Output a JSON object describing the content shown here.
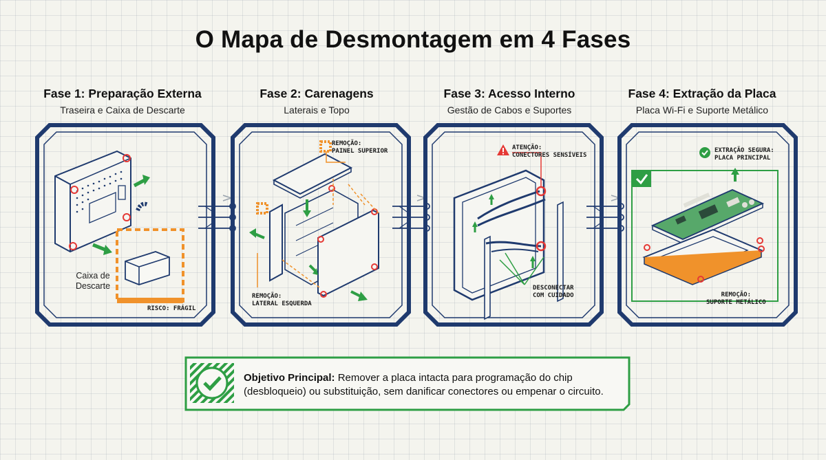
{
  "title": "O Mapa de Desmontagem em 4 Fases",
  "phases": [
    {
      "title": "Fase 1: Preparação Externa",
      "subtitle": "Traseira e Caixa de Descarte",
      "labels": {
        "box": "Caixa de\nDescarte",
        "risk": "RISCO: FRÁGIL"
      }
    },
    {
      "title": "Fase 2: Carenagens",
      "subtitle": "Laterais e Topo",
      "labels": {
        "top": "REMOÇÃO:\nPAINEL SUPERIOR",
        "side": "REMOÇÃO:\nLATERAL ESQUERDA"
      }
    },
    {
      "title": "Fase 3: Acesso Interno",
      "subtitle": "Gestão de Cabos e Suportes",
      "labels": {
        "attention": "ATENÇÃO:\nCONECTORES SENSÍVEIS",
        "disconnect": "DESCONECTAR\nCOM CUIDADO"
      }
    },
    {
      "title": "Fase 4: Extração da Placa",
      "subtitle": "Placa Wi-Fi e Suporte Metálico",
      "labels": {
        "safe": "EXTRAÇÃO SEGURA:\nPLACA PRINCIPAL",
        "bracket": "REMOÇÃO:\nSUPORTE METÁLICO"
      }
    }
  ],
  "objective": {
    "label": "Objetivo Principal:",
    "text": " Remover a placa intacta para programação do chip (desbloqueio) ou substituição, sem danificar conectores ou empenar o circuito."
  },
  "colors": {
    "frame": "#1f3a6e",
    "accent_green": "#2e9e44",
    "accent_orange": "#f0922b",
    "alert_red": "#e53935"
  }
}
